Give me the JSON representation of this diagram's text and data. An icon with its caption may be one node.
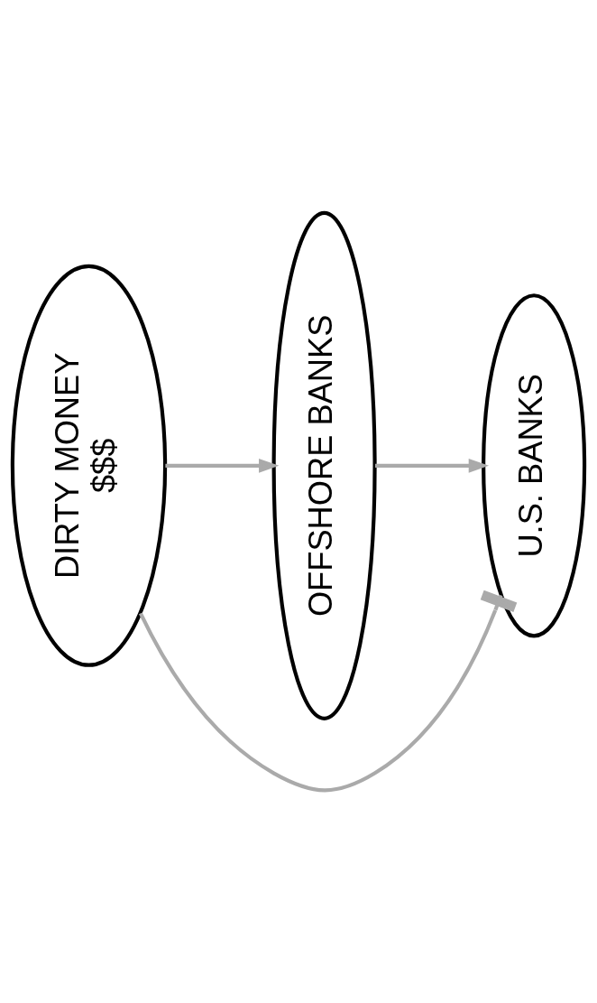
{
  "diagram": {
    "nodes": [
      {
        "text": [
          "DIRTY MONEY",
          "$$$"
        ]
      },
      {
        "text": [
          "U.S. BANKS"
        ]
      },
      {
        "text": [
          "OFFSHORE BANKS"
        ]
      }
    ],
    "edges": [
      {
        "from": 0,
        "to": 2,
        "arrow": "to"
      },
      {
        "from": 2,
        "to": 1,
        "arrow": "to"
      },
      {
        "from": 0,
        "to": 1,
        "arrow": "other"
      }
    ]
  }
}
